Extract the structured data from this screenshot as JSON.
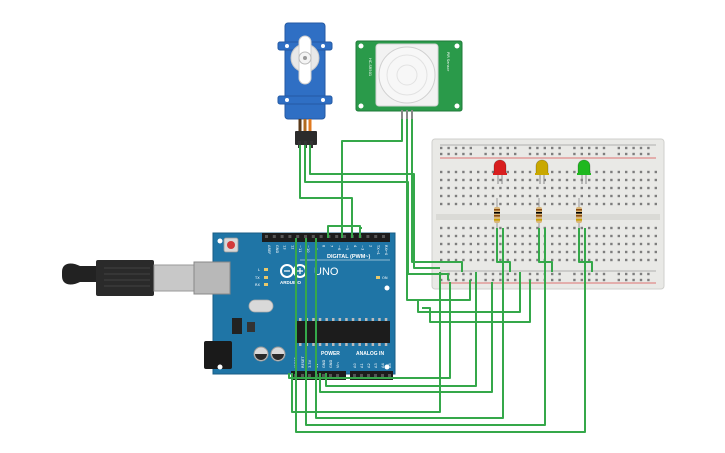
{
  "arduino": {
    "brand": "ARDUINO",
    "model": "UNO",
    "digital_header": "DIGITAL (PWM~)",
    "power_header": "POWER",
    "analog_header": "ANALOG IN",
    "tx": "TX",
    "rx": "RX",
    "on": "ON",
    "l": "L",
    "top_pins": [
      "AREF",
      "GND",
      "13",
      "12",
      "~11",
      "~10",
      "~9",
      "8",
      "7",
      "~6",
      "~5",
      "4",
      "~3",
      "2",
      "TX→1",
      "RX←0"
    ],
    "power_pins": [
      "IOREF",
      "RESET",
      "3.3V",
      "5V",
      "GND",
      "GND",
      "Vin"
    ],
    "analog_pins": [
      "A0",
      "A1",
      "A2",
      "A3",
      "A4",
      "A5"
    ]
  },
  "pir": {
    "label_left": "HC-SR501",
    "label_right": "PIR Sensor"
  },
  "leds": [
    {
      "color": "#d81e1e"
    },
    {
      "color": "#c9a800"
    },
    {
      "color": "#1fb81f"
    }
  ],
  "colors": {
    "board": "#1f75a6",
    "breadboard": "#e9e9e6",
    "wire": "#35a84a",
    "servo": "#2f6fc4",
    "pir_board": "#2a9a4a"
  }
}
